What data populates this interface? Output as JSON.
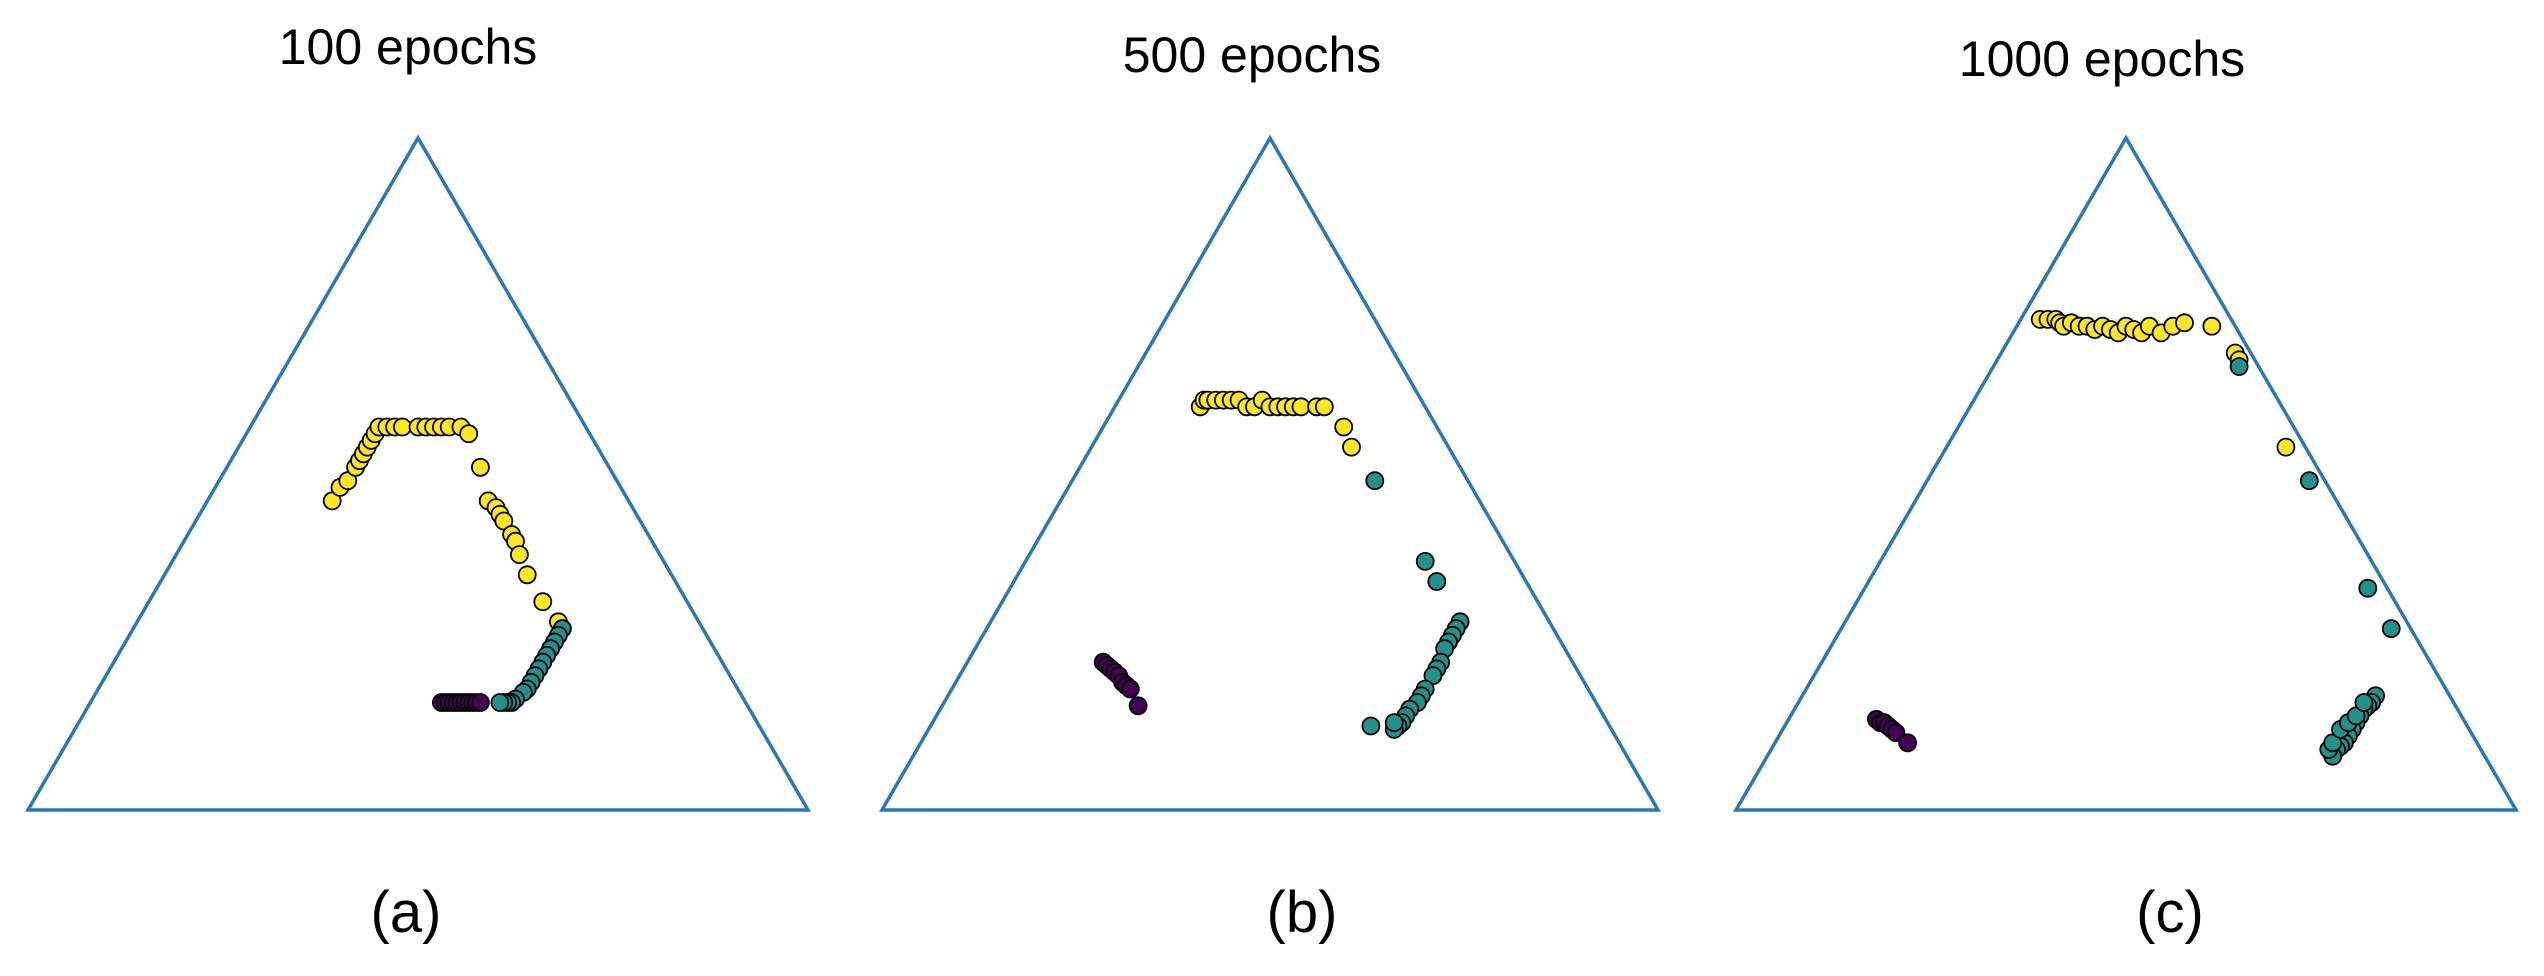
{
  "colors": {
    "frame": "#2b78b5",
    "yellow": "#fde725",
    "teal": "#21918c",
    "purple": "#440154",
    "marker_edge": "#000000"
  },
  "chart_data": [
    {
      "type": "scatter",
      "coordinate_system": "ternary-simplex (x in [0,1] across base, y = height above base, apex at y=1)",
      "title": "100 epochs",
      "caption": "(a)",
      "series": [
        {
          "color": "yellow",
          "points": [
            [
              0.39,
              0.46
            ],
            [
              0.4,
              0.48
            ],
            [
              0.41,
              0.49
            ],
            [
              0.42,
              0.51
            ],
            [
              0.425,
              0.52
            ],
            [
              0.43,
              0.53
            ],
            [
              0.435,
              0.54
            ],
            [
              0.44,
              0.55
            ],
            [
              0.445,
              0.56
            ],
            [
              0.45,
              0.57
            ],
            [
              0.46,
              0.57
            ],
            [
              0.47,
              0.57
            ],
            [
              0.48,
              0.57
            ],
            [
              0.5,
              0.57
            ],
            [
              0.51,
              0.57
            ],
            [
              0.52,
              0.57
            ],
            [
              0.53,
              0.57
            ],
            [
              0.54,
              0.57
            ],
            [
              0.555,
              0.57
            ],
            [
              0.565,
              0.56
            ],
            [
              0.58,
              0.51
            ],
            [
              0.59,
              0.46
            ],
            [
              0.6,
              0.45
            ],
            [
              0.605,
              0.44
            ],
            [
              0.61,
              0.43
            ],
            [
              0.62,
              0.41
            ],
            [
              0.625,
              0.4
            ],
            [
              0.63,
              0.38
            ],
            [
              0.64,
              0.35
            ],
            [
              0.66,
              0.31
            ],
            [
              0.68,
              0.28
            ],
            [
              0.685,
              0.27
            ]
          ]
        },
        {
          "color": "teal",
          "points": [
            [
              0.685,
              0.27
            ],
            [
              0.68,
              0.26
            ],
            [
              0.675,
              0.25
            ],
            [
              0.67,
              0.24
            ],
            [
              0.665,
              0.23
            ],
            [
              0.66,
              0.22
            ],
            [
              0.655,
              0.21
            ],
            [
              0.65,
              0.2
            ],
            [
              0.645,
              0.19
            ],
            [
              0.64,
              0.18
            ],
            [
              0.635,
              0.175
            ],
            [
              0.625,
              0.165
            ],
            [
              0.62,
              0.16
            ],
            [
              0.615,
              0.16
            ],
            [
              0.61,
              0.16
            ],
            [
              0.605,
              0.16
            ]
          ]
        },
        {
          "color": "purple",
          "points": [
            [
              0.53,
              0.16
            ],
            [
              0.535,
              0.16
            ],
            [
              0.54,
              0.16
            ],
            [
              0.545,
              0.16
            ],
            [
              0.55,
              0.16
            ],
            [
              0.555,
              0.16
            ],
            [
              0.56,
              0.16
            ],
            [
              0.565,
              0.16
            ],
            [
              0.57,
              0.16
            ],
            [
              0.575,
              0.16
            ],
            [
              0.58,
              0.16
            ]
          ]
        }
      ]
    },
    {
      "type": "scatter",
      "coordinate_system": "ternary-simplex (x in [0,1] across base, y = height above base, apex at y=1)",
      "title": "500 epochs",
      "caption": "(b)",
      "series": [
        {
          "color": "yellow",
          "points": [
            [
              0.41,
              0.6
            ],
            [
              0.415,
              0.61
            ],
            [
              0.42,
              0.61
            ],
            [
              0.43,
              0.61
            ],
            [
              0.44,
              0.61
            ],
            [
              0.45,
              0.61
            ],
            [
              0.46,
              0.61
            ],
            [
              0.47,
              0.6
            ],
            [
              0.48,
              0.6
            ],
            [
              0.49,
              0.61
            ],
            [
              0.5,
              0.6
            ],
            [
              0.51,
              0.6
            ],
            [
              0.52,
              0.6
            ],
            [
              0.53,
              0.6
            ],
            [
              0.54,
              0.6
            ],
            [
              0.56,
              0.6
            ],
            [
              0.57,
              0.6
            ],
            [
              0.595,
              0.57
            ],
            [
              0.605,
              0.54
            ]
          ]
        },
        {
          "color": "teal",
          "points": [
            [
              0.635,
              0.49
            ],
            [
              0.7,
              0.37
            ],
            [
              0.715,
              0.34
            ],
            [
              0.745,
              0.28
            ],
            [
              0.74,
              0.27
            ],
            [
              0.735,
              0.26
            ],
            [
              0.73,
              0.25
            ],
            [
              0.725,
              0.24
            ],
            [
              0.72,
              0.22
            ],
            [
              0.715,
              0.21
            ],
            [
              0.71,
              0.2
            ],
            [
              0.7,
              0.18
            ],
            [
              0.695,
              0.17
            ],
            [
              0.69,
              0.16
            ],
            [
              0.68,
              0.15
            ],
            [
              0.675,
              0.14
            ],
            [
              0.67,
              0.13
            ],
            [
              0.665,
              0.125
            ],
            [
              0.66,
              0.12
            ],
            [
              0.66,
              0.13
            ],
            [
              0.63,
              0.125
            ]
          ]
        },
        {
          "color": "purple",
          "points": [
            [
              0.285,
              0.22
            ],
            [
              0.29,
              0.215
            ],
            [
              0.295,
              0.21
            ],
            [
              0.3,
              0.205
            ],
            [
              0.305,
              0.2
            ],
            [
              0.31,
              0.19
            ],
            [
              0.315,
              0.185
            ],
            [
              0.32,
              0.18
            ],
            [
              0.33,
              0.155
            ]
          ]
        }
      ]
    },
    {
      "type": "scatter",
      "coordinate_system": "ternary-simplex (x in [0,1] across base, y = height above base, apex at y=1)",
      "title": "1000 epochs",
      "caption": "(c)",
      "series": [
        {
          "color": "yellow",
          "points": [
            [
              0.39,
              0.73
            ],
            [
              0.4,
              0.73
            ],
            [
              0.41,
              0.73
            ],
            [
              0.415,
              0.725
            ],
            [
              0.42,
              0.72
            ],
            [
              0.43,
              0.725
            ],
            [
              0.44,
              0.72
            ],
            [
              0.45,
              0.72
            ],
            [
              0.46,
              0.715
            ],
            [
              0.47,
              0.72
            ],
            [
              0.48,
              0.715
            ],
            [
              0.49,
              0.71
            ],
            [
              0.5,
              0.72
            ],
            [
              0.51,
              0.715
            ],
            [
              0.52,
              0.71
            ],
            [
              0.53,
              0.72
            ],
            [
              0.545,
              0.71
            ],
            [
              0.56,
              0.72
            ],
            [
              0.575,
              0.725
            ],
            [
              0.61,
              0.72
            ],
            [
              0.64,
              0.68
            ],
            [
              0.645,
              0.67
            ],
            [
              0.705,
              0.54
            ]
          ]
        },
        {
          "color": "teal",
          "points": [
            [
              0.645,
              0.66
            ],
            [
              0.735,
              0.49
            ],
            [
              0.81,
              0.33
            ],
            [
              0.84,
              0.27
            ],
            [
              0.82,
              0.17
            ],
            [
              0.815,
              0.16
            ],
            [
              0.81,
              0.155
            ],
            [
              0.805,
              0.15
            ],
            [
              0.8,
              0.14
            ],
            [
              0.795,
              0.13
            ],
            [
              0.79,
              0.12
            ],
            [
              0.785,
              0.11
            ],
            [
              0.78,
              0.1
            ],
            [
              0.775,
              0.095
            ],
            [
              0.77,
              0.09
            ],
            [
              0.765,
              0.08
            ],
            [
              0.76,
              0.09
            ],
            [
              0.765,
              0.1
            ],
            [
              0.775,
              0.12
            ],
            [
              0.785,
              0.13
            ],
            [
              0.795,
              0.14
            ],
            [
              0.805,
              0.16
            ]
          ]
        },
        {
          "color": "purple",
          "points": [
            [
              0.18,
              0.135
            ],
            [
              0.185,
              0.13
            ],
            [
              0.19,
              0.13
            ],
            [
              0.195,
              0.125
            ],
            [
              0.2,
              0.12
            ],
            [
              0.205,
              0.115
            ],
            [
              0.22,
              0.1
            ]
          ]
        }
      ]
    }
  ]
}
